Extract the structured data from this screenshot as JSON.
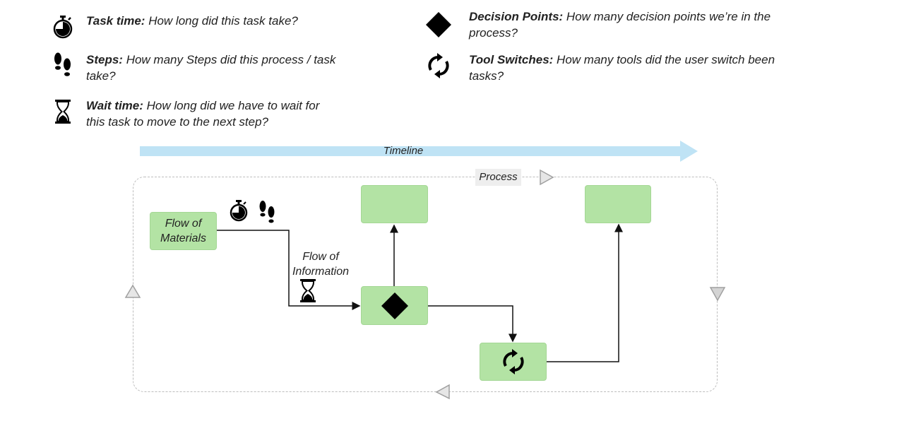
{
  "legend": {
    "task_time": {
      "title": "Task time:",
      "desc": " How long did this task take?",
      "icon": "stopwatch-icon"
    },
    "steps": {
      "title": "Steps:",
      "desc": " How many Steps did this process / task take?",
      "icon": "footprints-icon"
    },
    "wait_time": {
      "title": "Wait time:",
      "desc": "  How long did we have to wait for this task to move to the next step?",
      "icon": "hourglass-icon"
    },
    "decision_points": {
      "title": "Decision Points:",
      "desc": " How many decision points we’re in the process?",
      "icon": "diamond-icon"
    },
    "tool_switches": {
      "title": "Tool Switches:",
      "desc": " How many tools did the user switch been tasks?",
      "icon": "refresh-icon"
    }
  },
  "timeline": {
    "label": "Timeline"
  },
  "process": {
    "label": "Process"
  },
  "flow": {
    "materials_label": "Flow of Materials",
    "information_label": "Flow of Information"
  },
  "colors": {
    "box_fill": "#b3e3a4",
    "box_border": "#a4d795",
    "timeline_fill": "#bfe3f5",
    "frame_border": "#bdbdbd",
    "line": "#111111"
  }
}
